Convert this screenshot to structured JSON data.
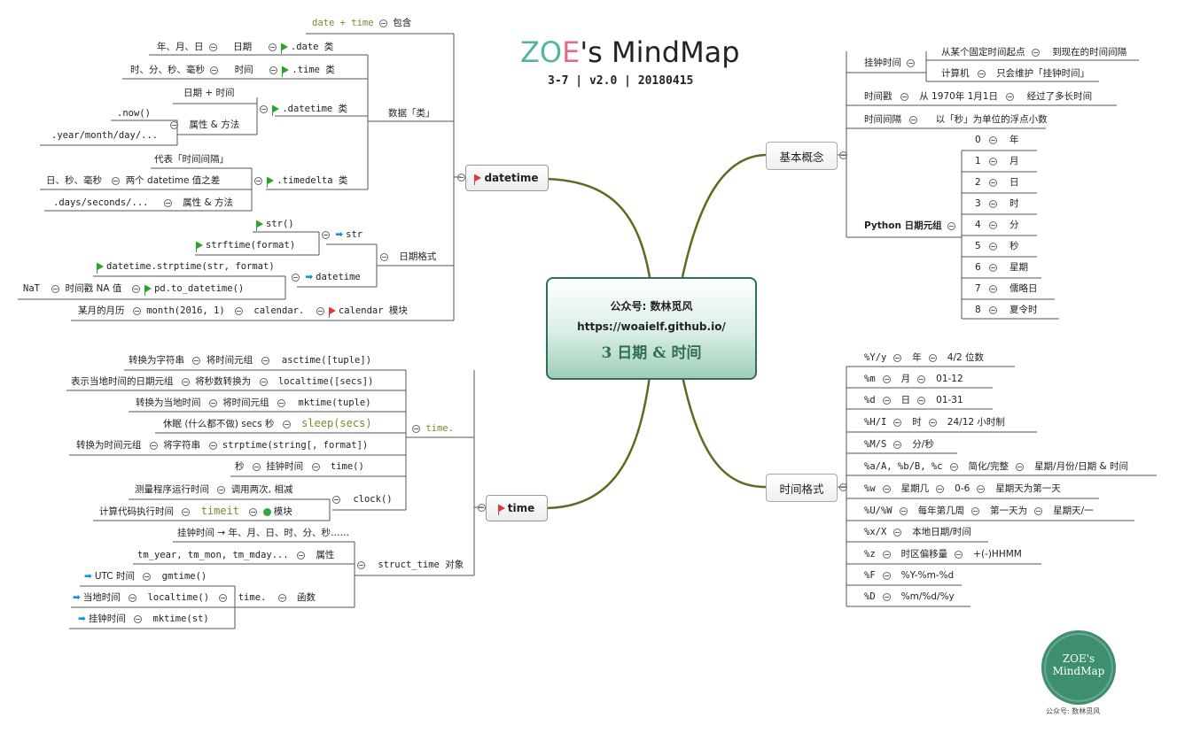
{
  "header": {
    "logo": {
      "z": "Z",
      "o": "O",
      "e": "E",
      "rest": "'s MindMap"
    },
    "subtitle": "3-7 | v2.0 | 20180415"
  },
  "center": {
    "line1": "公众号: 数林觅风",
    "line2": "https://woaielf.github.io/",
    "line3": "3 日期 & 时间"
  },
  "seal": {
    "line1": "ZOE's",
    "line2": "MindMap",
    "caption": "公众号: 数林觅风"
  },
  "datetime": {
    "label": "datetime",
    "contains": {
      "label": "包含",
      "value": "date + time"
    },
    "classes": {
      "label": "数据「类」",
      "date": {
        "cls": ".date 类",
        "name": "日期",
        "attr": "年、月、日"
      },
      "time": {
        "cls": ".time 类",
        "name": "时间",
        "attr": "时、分、秒、毫秒"
      },
      "datetime": {
        "cls": ".datetime 类",
        "desc": "日期 + 时间",
        "prop": "属性 & 方法",
        "m1": ".now()",
        "m2": ".year/month/day/..."
      },
      "timedelta": {
        "cls": ".timedelta 类",
        "desc": "代表「时间间隔」",
        "diff": "两个 datetime 值之差",
        "diff_unit": "日、秒、毫秒",
        "prop": "属性 & 方法",
        "m": ".days/seconds/..."
      }
    },
    "format": {
      "label": "日期格式",
      "to_str": "str",
      "str_fn": "str()",
      "strftime": "strftime(format)",
      "to_dt": "datetime",
      "strptime": "datetime.strptime(str, format)",
      "pd": "pd.to_datetime()",
      "na": "时间戳 NA 值",
      "nat": "NaT"
    },
    "calendar": {
      "label": "calendar 模块",
      "fn": "calendar.",
      "month": "month(2016, 1)",
      "desc": "某月的月历"
    }
  },
  "time": {
    "label": "time",
    "module": "time.",
    "asctime": {
      "fn": "asctime([tuple])",
      "a": "将时间元组",
      "b": "转换为字符串"
    },
    "localtime": {
      "fn": "localtime([secs])",
      "a": "将秒数转换为",
      "b": "表示当地时间的日期元组"
    },
    "mktime": {
      "fn": "mktime(tuple)",
      "a": "将时间元组",
      "b": "转换为当地时间"
    },
    "sleep": {
      "fn": "sleep(secs)",
      "a": "休眠 (什么都不做) secs 秒"
    },
    "strptime": {
      "fn": "strptime(string[, format])",
      "a": "将字符串",
      "b": "转换为时间元组"
    },
    "timefn": {
      "fn": "time()",
      "a": "挂钟时间",
      "b": "秒"
    },
    "clock": {
      "fn": "clock()",
      "a": "调用两次, 相减",
      "b": "测量程序运行时间",
      "module": "模块",
      "timeit": "timeit",
      "c": "计算代码执行时间"
    },
    "struct": {
      "label": "struct_time 对象",
      "wall": "挂钟时间 → 年、月、日、时、分、秒……",
      "attr": "属性",
      "attrs": "tm_year, tm_mon, tm_mday...",
      "func": "函数",
      "mod": "time.",
      "gm": "gmtime()",
      "utc": "UTC 时间",
      "local": "localtime()",
      "local_d": "当地时间",
      "mk": "mktime(st)",
      "mk_d": "挂钟时间"
    }
  },
  "concepts": {
    "label": "基本概念",
    "wall": {
      "label": "挂钟时间",
      "a": "从某个固定时间起点",
      "b": "到现在的时间间隔",
      "c": "计算机",
      "d": "只会维护「挂钟时间」"
    },
    "stamp": {
      "label": "时间戳",
      "a": "从 1970年 1月1日",
      "b": "经过了多长时间"
    },
    "interval": {
      "label": "时间间隔",
      "a": "以「秒」为单位的浮点小数"
    },
    "tuple": {
      "label": "Python 日期元组",
      "items": [
        {
          "i": "0",
          "v": "年"
        },
        {
          "i": "1",
          "v": "月"
        },
        {
          "i": "2",
          "v": "日"
        },
        {
          "i": "3",
          "v": "时"
        },
        {
          "i": "4",
          "v": "分"
        },
        {
          "i": "5",
          "v": "秒"
        },
        {
          "i": "6",
          "v": "星期"
        },
        {
          "i": "7",
          "v": "儒略日"
        },
        {
          "i": "8",
          "v": "夏令时"
        }
      ]
    }
  },
  "formats": {
    "label": "时间格式",
    "rows": [
      {
        "k": "%Y/y",
        "a": "年",
        "b": "4/2 位数",
        "c": ""
      },
      {
        "k": "%m",
        "a": "月",
        "b": "01-12",
        "c": ""
      },
      {
        "k": "%d",
        "a": "日",
        "b": "01-31",
        "c": ""
      },
      {
        "k": "%H/I",
        "a": "时",
        "b": "24/12 小时制",
        "c": ""
      },
      {
        "k": "%M/S",
        "a": "分/秒",
        "b": "",
        "c": ""
      },
      {
        "k": "%a/A, %b/B, %c",
        "a": "简化/完整",
        "b": "星期/月份/日期 & 时间",
        "c": ""
      },
      {
        "k": "%w",
        "a": "星期几",
        "b": "0-6",
        "c": "星期天为第一天"
      },
      {
        "k": "%U/%W",
        "a": "每年第几周",
        "b": "第一天为",
        "c": "星期天/一"
      },
      {
        "k": "%x/X",
        "a": "本地日期/时间",
        "b": "",
        "c": ""
      },
      {
        "k": "%z",
        "a": "时区偏移量",
        "b": "+(-)HHMM",
        "c": ""
      },
      {
        "k": "%F",
        "a": "%Y-%m-%d",
        "b": "",
        "c": ""
      },
      {
        "k": "%D",
        "a": "%m/%d/%y",
        "b": "",
        "c": ""
      }
    ]
  },
  "colors": {
    "branch": "#5c6b22",
    "line": "#555555",
    "center_border": "#2f6f56",
    "seal": "#3d8f70"
  }
}
